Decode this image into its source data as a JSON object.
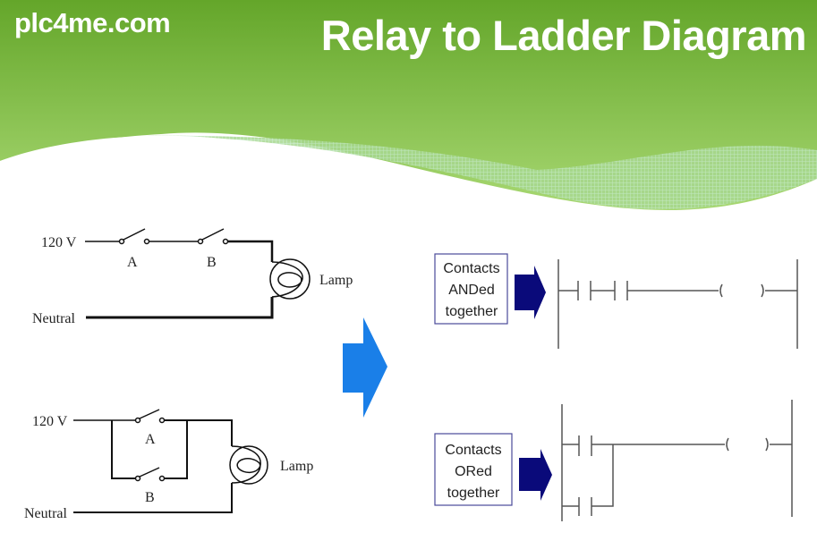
{
  "header": {
    "site_name": "plc4me.com",
    "title": "Relay to Ladder Diagram"
  },
  "colors": {
    "banner_top": "#64a62a",
    "banner_bottom": "#a8d872",
    "big_arrow": "#1a7fe8",
    "small_arrow": "#0a0a7a",
    "label_box_border": "#4a4a9a"
  },
  "series_circuit": {
    "supply_label": "120 V",
    "neutral_label": "Neutral",
    "switch_a_label": "A",
    "switch_b_label": "B",
    "lamp_label": "Lamp"
  },
  "parallel_circuit": {
    "supply_label": "120 V",
    "neutral_label": "Neutral",
    "switch_a_label": "A",
    "switch_b_label": "B",
    "lamp_label": "Lamp"
  },
  "and_ladder": {
    "label_lines": [
      "Contacts",
      "ANDed",
      "together"
    ]
  },
  "or_ladder": {
    "label_lines": [
      "Contacts",
      "ORed",
      "together"
    ]
  }
}
